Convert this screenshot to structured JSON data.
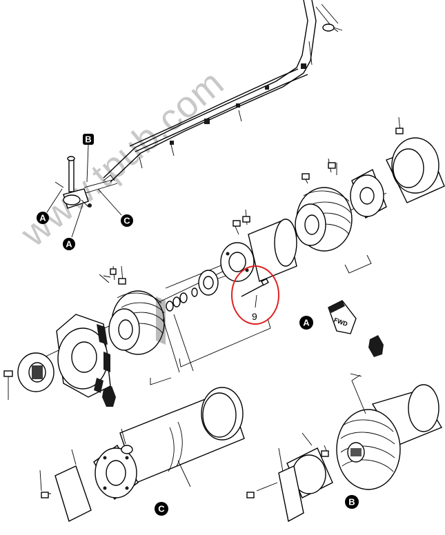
{
  "watermark": "www.tpub.com",
  "item_number": "9",
  "forward_label": "FWD",
  "detail_callouts": [
    "A",
    "B",
    "C"
  ],
  "highlight_color": "#e02020"
}
